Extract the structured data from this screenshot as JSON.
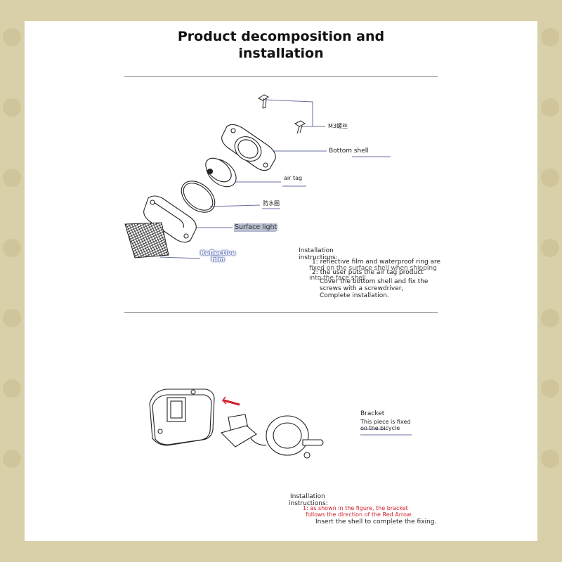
{
  "title_line1": "Product decomposition and",
  "title_line2": "installation",
  "parts": {
    "m3_screw": "M3螺丝",
    "bottom_shell": "Bottom shell",
    "air_tag": "air tag",
    "waterproof_ring": "防水圈",
    "surface_light": "Surface light",
    "reflective_line1": "Reflective",
    "reflective_line2": "film"
  },
  "instructions_top": {
    "heading_line1": "Installation",
    "heading_line2": "instructions:",
    "line1": "1: reflective film and waterproof ring are",
    "line2": "fixed on the surface shell when shipping",
    "line3": "2: the user puts the air tag product",
    "line4": "into the face shell",
    "line5": "Cover the bottom shell and fix the",
    "line6": "screws with a screwdriver,",
    "line7": "Complete installation."
  },
  "bracket": {
    "label": "Bracket",
    "note_line1": "This piece is fixed",
    "note_line2": "on the bicycle"
  },
  "instructions_bottom": {
    "heading_line1": "Installation",
    "heading_line2": "instructions:",
    "line1": "1: as shown in the figure, the bracket",
    "line2": "follows the direction of the Red Arrow.",
    "line3": "Insert the shell to complete the fixing."
  },
  "colors": {
    "background": "#d9cfa8",
    "card": "#ffffff",
    "leader_line": "#6a6fa0",
    "arrow_red": "#d0202a",
    "text_red": "#d0202a"
  }
}
